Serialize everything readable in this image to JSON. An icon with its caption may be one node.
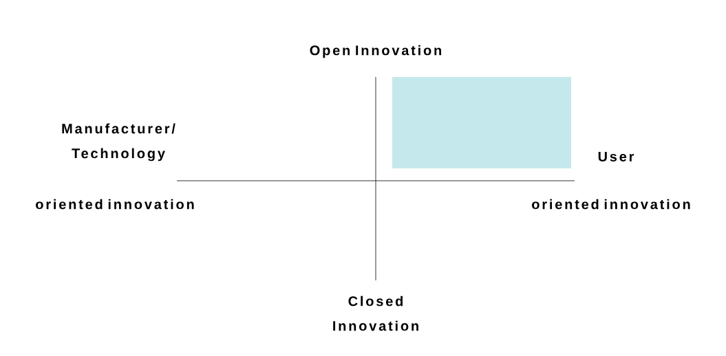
{
  "diagram": {
    "labels": [
      "Open Innovation",
      "Manufacturer/ Technology",
      "User",
      "oriented innovation",
      "oriented innovation",
      "Closed Innovation"
    ]
  }
}
